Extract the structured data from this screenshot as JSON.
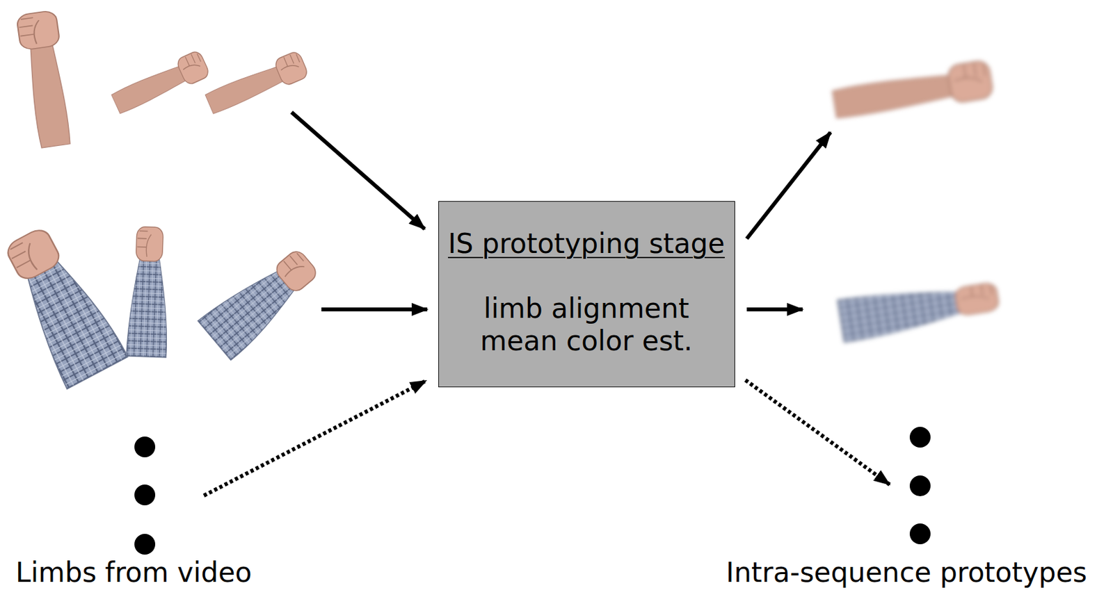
{
  "diagram": {
    "nodes": [
      {
        "text": [
          "IS prototyping stage",
          "limb alignment mean color est."
        ]
      }
    ],
    "labels": [
      "Limbs from video",
      "Intra-sequence prototypes"
    ]
  }
}
